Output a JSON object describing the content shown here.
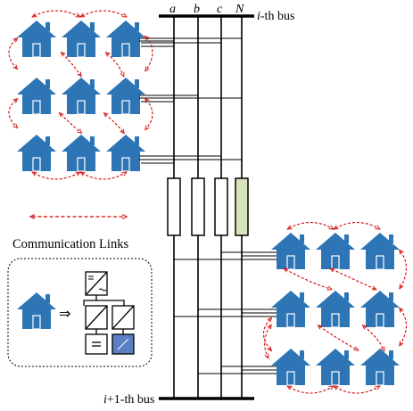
{
  "bus": {
    "phase_a": "a",
    "phase_b": "b",
    "phase_c": "c",
    "phase_n": "N",
    "top_label_italic": "i",
    "top_label_rest": "-th bus",
    "bottom_label_italic": "i",
    "bottom_label_rest": "+1-th bus"
  },
  "legend": {
    "communication_links": "Communication Links"
  },
  "colors": {
    "house": "#2e75b6",
    "link": "#d40000",
    "neutral_impedance": "#d6e4bc",
    "battery_fill": "#5b7fc4"
  }
}
